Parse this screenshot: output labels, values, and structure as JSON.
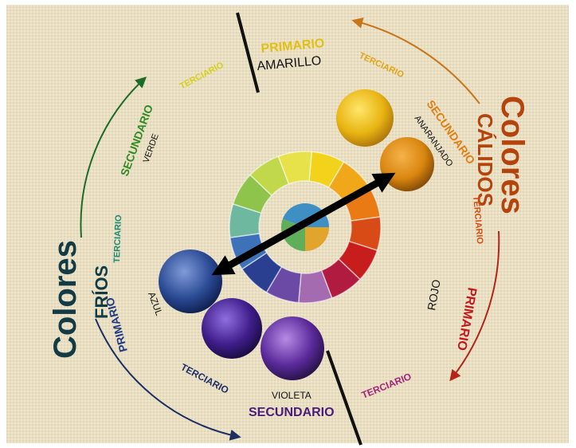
{
  "cold": {
    "line1": "Colores",
    "line2": "FRÍOS",
    "color": "#123b45"
  },
  "warm": {
    "line1": "Colores",
    "line2": "CÁLIDOS",
    "color": "#b5440c"
  },
  "labels": {
    "primario_top": "PRIMARIO",
    "amarillo": "AMARILLO",
    "terciario_tl": "TERCIARIO",
    "terciario_tr": "TERCIARIO",
    "secundario_tr": "SECUNDARIO",
    "anaranjado": "ANARANJADO",
    "secundario_l": "SECUNDARIO",
    "verde": "VERDE",
    "terciario_l": "TERCIARIO",
    "terciario_r": "TERCIARIO",
    "primario_l": "PRIMARIO",
    "azul": "AZUL",
    "primario_r": "PRIMARIO",
    "rojo": "ROJO",
    "terciario_bl": "TERCIARIO",
    "violeta": "VIOLETA",
    "secundario_b": "SECUNDARIO",
    "terciario_br": "TERCIARIO"
  },
  "colors": {
    "yellow": "#e8c319",
    "orange": "#d98a10",
    "red": "#c4201a",
    "magenta": "#9a1f6e",
    "violet": "#3d1f7a",
    "blue": "#1e3a80",
    "teal": "#1c6b6b",
    "green": "#2b8a2b",
    "lime": "#b5c21a",
    "background": "#e9dfc3"
  }
}
